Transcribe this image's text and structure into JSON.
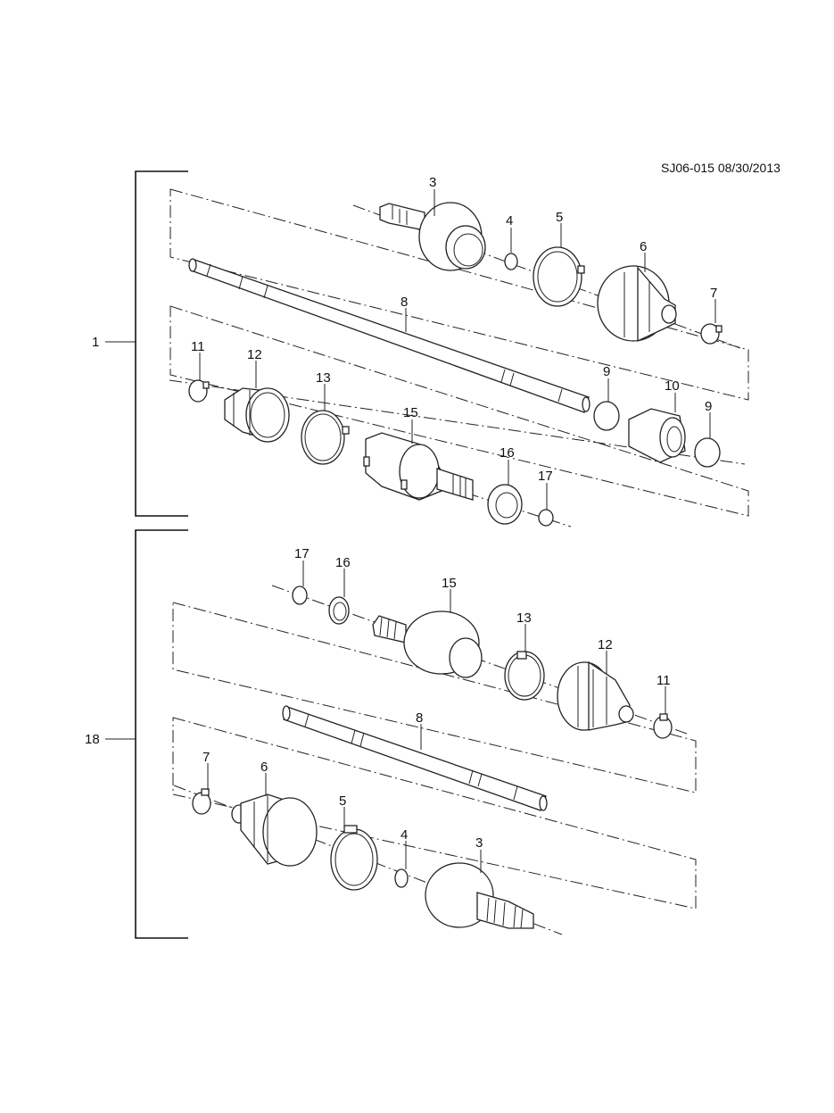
{
  "reference": "SJ06-015 08/30/2013",
  "assemblies": [
    {
      "number": "1",
      "callouts": [
        "3",
        "4",
        "5",
        "6",
        "7",
        "8",
        "11",
        "12",
        "13",
        "15",
        "9",
        "10",
        "9",
        "16",
        "17"
      ]
    },
    {
      "number": "18",
      "callouts": [
        "17",
        "16",
        "15",
        "13",
        "12",
        "11",
        "8",
        "7",
        "6",
        "5",
        "4",
        "3"
      ]
    }
  ]
}
